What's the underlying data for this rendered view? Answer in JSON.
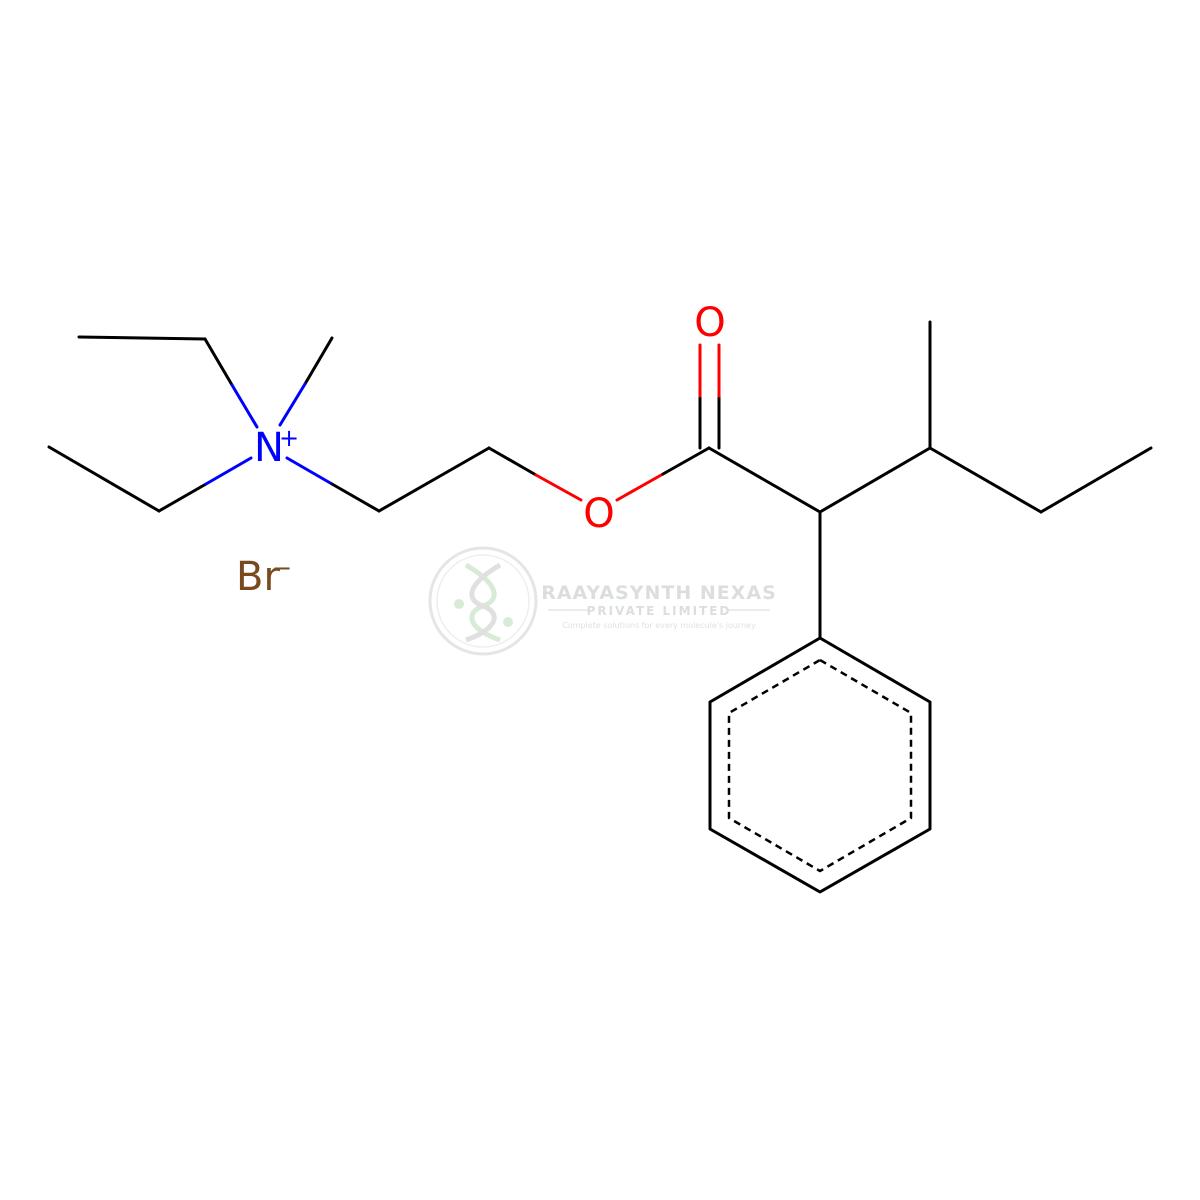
{
  "molecule": {
    "atoms": {
      "nitrogen": {
        "symbol": "N",
        "charge": "+"
      },
      "ester_oxygen": {
        "symbol": "O"
      },
      "carbonyl_oxygen": {
        "symbol": "O"
      },
      "counterion": {
        "symbol": "Br",
        "charge": "−"
      }
    },
    "colors": {
      "bond": "#000000",
      "nitrogen": "#0000ff",
      "oxygen": "#ff0000",
      "bromine": "#7a4a1e"
    }
  },
  "watermark": {
    "name": "RAAYASYNTH NEXAS",
    "subtitle": "PRIVATE LIMITED",
    "tagline": "Complete solutions for every molecule's journey",
    "logo_icon": "dna-helix-icon",
    "color": "#c9cfc9"
  }
}
